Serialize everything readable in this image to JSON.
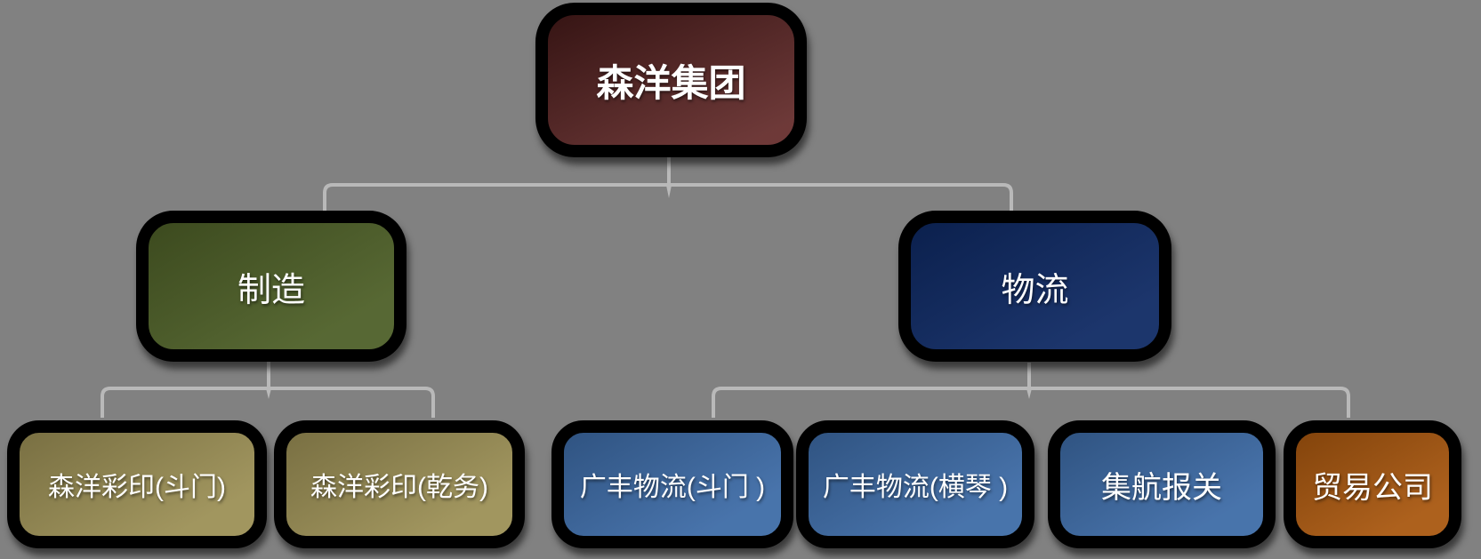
{
  "canvas": {
    "background": "#818181"
  },
  "connectors": {
    "color": "#b9b9b9"
  },
  "nodes": [
    {
      "id": "root",
      "label": "森洋集团",
      "color": "#5d2322",
      "level": 1
    },
    {
      "id": "manufacturing",
      "label": "制造",
      "color": "#4d5f27",
      "level": 2
    },
    {
      "id": "logistics",
      "label": "物流",
      "color": "#0e2963",
      "level": 2
    },
    {
      "id": "senyang-print-doumen",
      "label": "森洋彩印(斗门)",
      "color": "#9b8f55",
      "level": 3
    },
    {
      "id": "senyang-print-qianwu",
      "label": "森洋彩印(乾务)",
      "color": "#9b8f55",
      "level": 3
    },
    {
      "id": "guangfeng-logistics-doumen",
      "label": "广丰物流(斗门 )",
      "color": "#3d6ba6",
      "level": 3
    },
    {
      "id": "guangfeng-logistics-hengqin",
      "label": "广丰物流(横琴 )",
      "color": "#3d6ba6",
      "level": 3
    },
    {
      "id": "jihang-customs",
      "label": "集航报关",
      "color": "#3d6ba6",
      "level": 3
    },
    {
      "id": "trading-company",
      "label": "贸易公司",
      "color": "#a8570f",
      "level": 3
    }
  ],
  "hierarchy": {
    "森洋集团": [
      "制造",
      "物流"
    ],
    "制造": [
      "森洋彩印(斗门)",
      "森洋彩印(乾务)"
    ],
    "物流": [
      "广丰物流(斗门 )",
      "广丰物流(横琴 )",
      "集航报关",
      "贸易公司"
    ]
  }
}
